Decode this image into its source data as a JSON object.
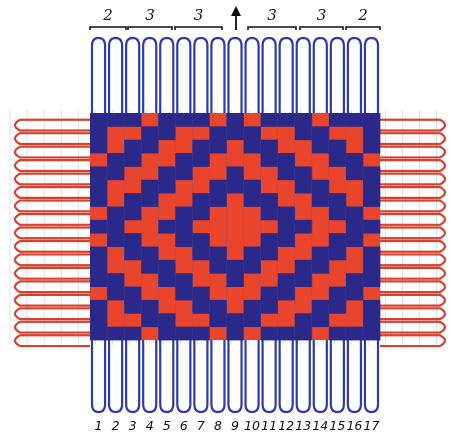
{
  "top_groups": [
    {
      "label": "2"
    },
    {
      "label": "3"
    },
    {
      "label": "3"
    },
    {
      "label": "3"
    },
    {
      "label": "3"
    },
    {
      "label": "2"
    }
  ],
  "arrow_icon": "up-arrow-icon",
  "column_numbers": [
    "1",
    "2",
    "3",
    "4",
    "5",
    "6",
    "7",
    "8",
    "9",
    "10",
    "11",
    "12",
    "13",
    "14",
    "15",
    "16",
    "17"
  ],
  "pattern_size": 17,
  "colors": {
    "blue": "#2a2888",
    "red": "#e8452c",
    "warp": "#2e3aa8",
    "weft": "#d8402e",
    "grid": "#c9cde0"
  }
}
